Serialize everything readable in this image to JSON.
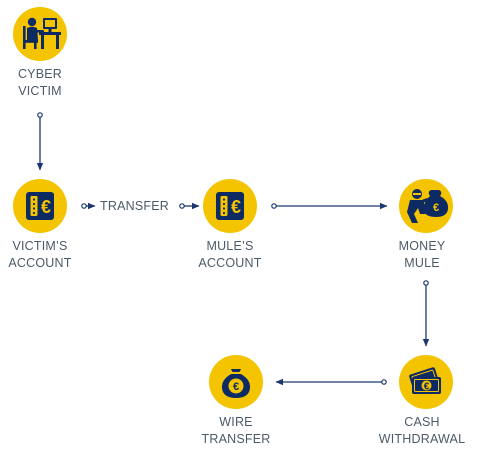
{
  "colors": {
    "node_fill": "#f5c400",
    "icon_navy": "#0e2a63",
    "arrow": "#1b3770",
    "text": "#4d5a68"
  },
  "nodes": [
    {
      "id": "cyber_victim",
      "icon": "person-at-computer-icon",
      "label_lines": [
        "CYBER",
        "VICTIM"
      ]
    },
    {
      "id": "victims_account",
      "icon": "euro-ledger-icon",
      "label_lines": [
        "VICTIM’S",
        "ACCOUNT"
      ]
    },
    {
      "id": "mules_account",
      "icon": "euro-ledger-icon",
      "label_lines": [
        "MULE’S",
        "ACCOUNT"
      ]
    },
    {
      "id": "money_mule",
      "icon": "thief-with-money-bag-icon",
      "label_lines": [
        "MONEY",
        "MULE"
      ]
    },
    {
      "id": "cash_withdrawal",
      "icon": "euro-banknotes-icon",
      "label_lines": [
        "CASH",
        "WITHDRAWAL"
      ]
    },
    {
      "id": "wire_transfer",
      "icon": "euro-money-bag-icon",
      "label_lines": [
        "WIRE",
        "TRANSFER"
      ]
    }
  ],
  "edges": [
    {
      "from": "cyber_victim",
      "to": "victims_account",
      "label": ""
    },
    {
      "from": "victims_account",
      "to": "mules_account",
      "label": "TRANSFER"
    },
    {
      "from": "mules_account",
      "to": "money_mule",
      "label": ""
    },
    {
      "from": "money_mule",
      "to": "cash_withdrawal",
      "label": ""
    },
    {
      "from": "cash_withdrawal",
      "to": "wire_transfer",
      "label": ""
    }
  ]
}
